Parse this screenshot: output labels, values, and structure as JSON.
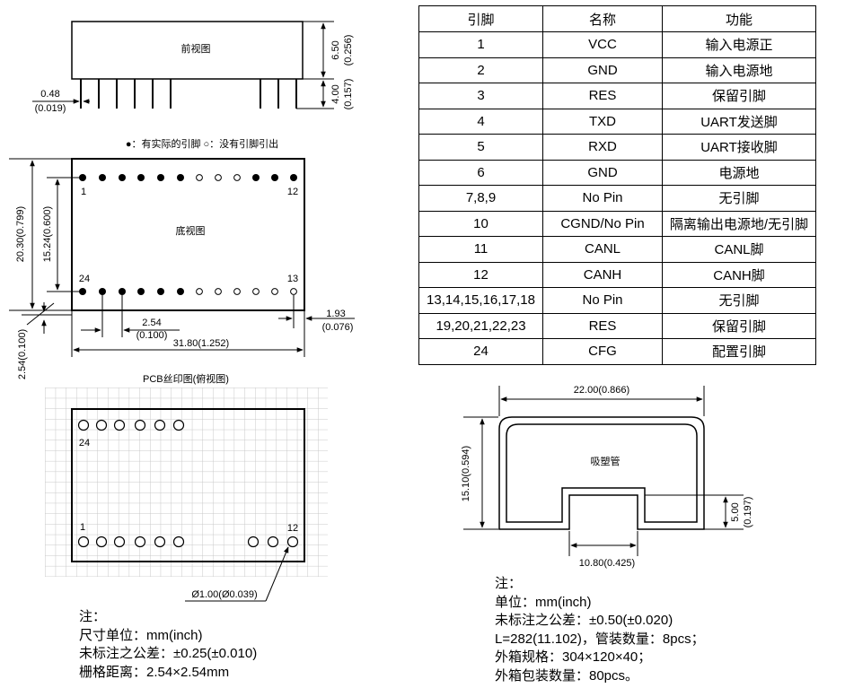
{
  "front_view": {
    "label": "前视图",
    "dim_height": "6.50",
    "dim_height_in": "(0.256)",
    "dim_pin": "4.00",
    "dim_pin_in": "(0.157)",
    "dim_left": "0.48",
    "dim_left_in": "(0.019)"
  },
  "legend": "●：有实际的引脚 ○：没有引脚引出",
  "bottom_view": {
    "label": "底视图",
    "pin_1": "1",
    "pin_12": "12",
    "pin_24": "24",
    "pin_13": "13",
    "dim_outer": "20.30(0.799)",
    "dim_inner": "15.24(0.600)",
    "dim_pitch": "2.54",
    "dim_pitch_in": "(0.100)",
    "dim_width": "31.80(1.252)",
    "dim_right": "1.93",
    "dim_right_in": "(0.076)",
    "dim_left_offset": "2.54(0.100)"
  },
  "pcb": {
    "title": "PCB丝印图(俯视图)",
    "pin_24": "24",
    "pin_1": "1",
    "pin_12": "12",
    "hole": "Ø1.00(Ø0.039)"
  },
  "tube": {
    "label": "吸塑管",
    "dim_width": "22.00(0.866)",
    "dim_height": "15.10(0.594)",
    "dim_notch_h": "5.00",
    "dim_notch_h_in": "(0.197)",
    "dim_notch_w": "10.80(0.425)"
  },
  "table": {
    "headers": [
      "引脚",
      "名称",
      "功能"
    ],
    "rows": [
      [
        "1",
        "VCC",
        "输入电源正"
      ],
      [
        "2",
        "GND",
        "输入电源地"
      ],
      [
        "3",
        "RES",
        "保留引脚"
      ],
      [
        "4",
        "TXD",
        "UART发送脚"
      ],
      [
        "5",
        "RXD",
        "UART接收脚"
      ],
      [
        "6",
        "GND",
        "电源地"
      ],
      [
        "7,8,9",
        "No Pin",
        "无引脚"
      ],
      [
        "10",
        "CGND/No Pin",
        "隔离输出电源地/无引脚"
      ],
      [
        "11",
        "CANL",
        "CANL脚"
      ],
      [
        "12",
        "CANH",
        "CANH脚"
      ],
      [
        "13,14,15,16,17,18",
        "No Pin",
        "无引脚"
      ],
      [
        "19,20,21,22,23",
        "RES",
        "保留引脚"
      ],
      [
        "24",
        "CFG",
        "配置引脚"
      ]
    ]
  },
  "notes_left": [
    "注：",
    "尺寸单位：mm(inch)",
    "未标注之公差：±0.25(±0.010)",
    "栅格距离：2.54×2.54mm"
  ],
  "notes_right": [
    "注：",
    "单位：mm(inch)",
    "未标注之公差：±0.50(±0.020)",
    "L=282(11.102)，管装数量：8pcs；",
    "外箱规格：304×120×40；",
    "外箱包装数量：80pcs。"
  ]
}
